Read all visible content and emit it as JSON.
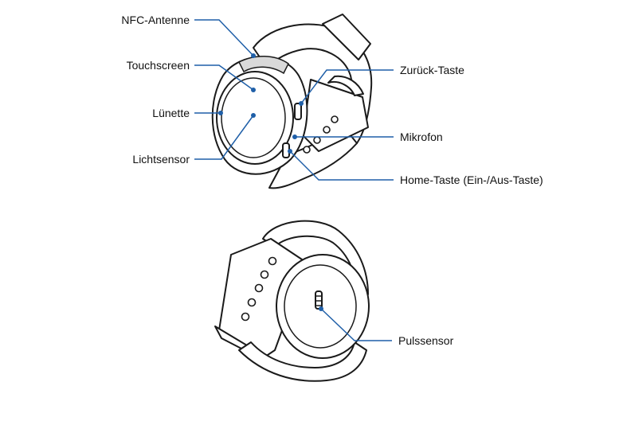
{
  "colors": {
    "leader": "#1f5fa8",
    "outline": "#1a1a1a",
    "nfc_band": "#d9d9d9"
  },
  "labels": {
    "nfc_antenna": "NFC-Antenne",
    "touchscreen": "Touchscreen",
    "bezel": "Lünette",
    "light_sensor": "Lichtsensor",
    "back_key": "Zurück-Taste",
    "microphone": "Mikrofon",
    "home_key": "Home-Taste (Ein-/Aus-Taste)",
    "heart_rate_sensor": "Pulssensor"
  }
}
